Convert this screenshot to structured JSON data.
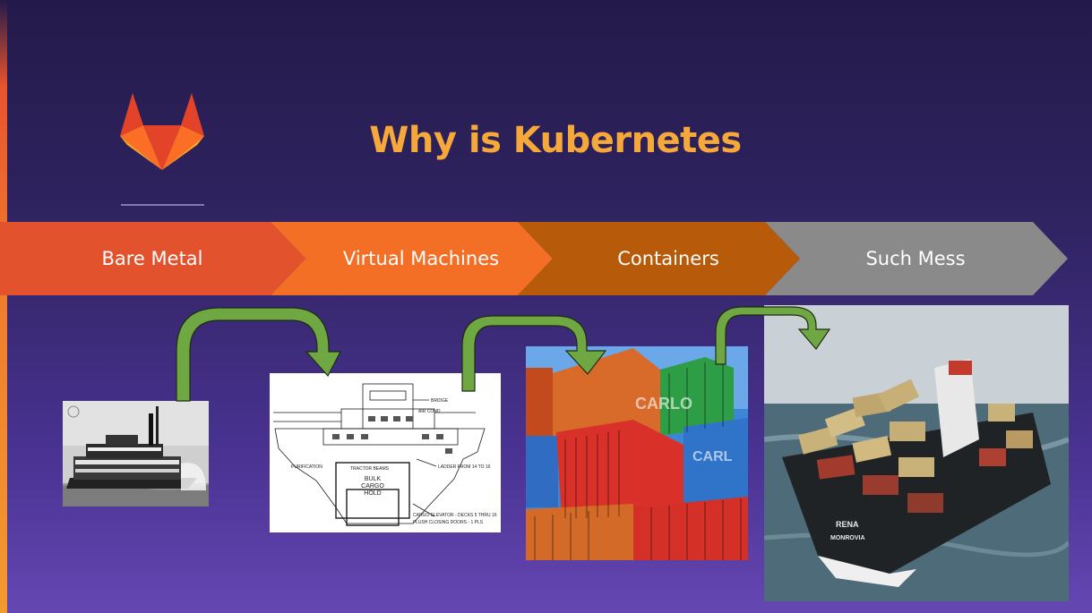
{
  "slide": {
    "title": "Why is Kubernetes",
    "logo_icon": "gitlab-tanuki-icon"
  },
  "timeline": {
    "stages": [
      {
        "label": "Bare Metal",
        "color": "#e2522c"
      },
      {
        "label": "Virtual Machines",
        "color": "#f26f25"
      },
      {
        "label": "Containers",
        "color": "#b75a0a"
      },
      {
        "label": "Such Mess",
        "color": "#8a8a8a"
      }
    ]
  },
  "images": [
    {
      "name": "paddle-steamer-photo"
    },
    {
      "name": "cargo-ship-blueprint",
      "labels": [
        "BRIDGE",
        "AIR COND",
        "BULK",
        "CARGO",
        "HOLD",
        "TRACTOR BEAMS",
        "LADDER FROM 14 TO 16",
        "CARGO ELEVATOR - DECKS 5 THRU 16",
        "FLUSH CLOSING DOORS - 1 PLS",
        "PURIFICATION"
      ]
    },
    {
      "name": "shipping-containers-photo",
      "labels": [
        "CARLO",
        "CARL"
      ]
    },
    {
      "name": "wrecked-container-ship-photo",
      "labels": [
        "RENA",
        "MONROVIA"
      ]
    }
  ],
  "accents": {
    "arrow_fill": "#6fa742",
    "arrow_stroke": "#1f2a12",
    "title_color": "#f6a83a"
  }
}
